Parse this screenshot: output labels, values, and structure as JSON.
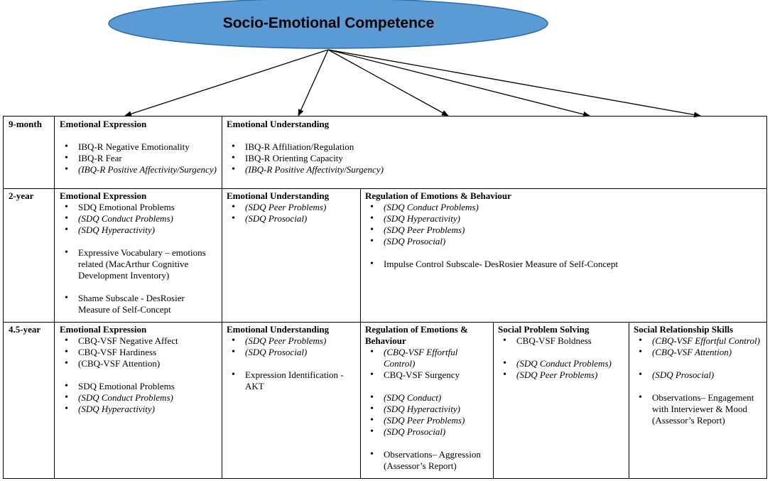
{
  "title": "Socio-Emotional Competence",
  "colors": {
    "oval_fill": "#5b9bd5",
    "oval_stroke": "#2e6aa8"
  },
  "rows": [
    {
      "label": "9-month",
      "cells": [
        {
          "heading": "Emotional Expression",
          "items": [
            {
              "text": "IBQ-R Negative Emotionality",
              "italic": false
            },
            {
              "text": "IBQ-R Fear",
              "italic": false
            },
            {
              "text": "(IBQ-R Positive Affectivity/Surgency)",
              "italic": true
            }
          ]
        },
        {
          "heading": "Emotional Understanding",
          "items": [
            {
              "text": "IBQ-R Affiliation/Regulation",
              "italic": false
            },
            {
              "text": "IBQ-R Orienting Capacity",
              "italic": false
            },
            {
              "text": "(IBQ-R Positive Affectivity/Surgency)",
              "italic": true
            }
          ]
        }
      ]
    },
    {
      "label": "2-year",
      "cells": [
        {
          "heading": "Emotional Expression",
          "items": [
            {
              "text": "SDQ Emotional Problems",
              "italic": false
            },
            {
              "text": "(SDQ Conduct Problems)",
              "italic": true
            },
            {
              "text": "(SDQ Hyperactivity)",
              "italic": true
            },
            {
              "text": "Expressive Vocabulary – emotions related (MacArthur Cognitive Development Inventory)",
              "italic": false,
              "gap": true
            },
            {
              "text": "Shame Subscale - DesRosier Measure of Self-Concept",
              "italic": false,
              "gap": true
            }
          ]
        },
        {
          "heading": "Emotional Understanding",
          "items": [
            {
              "text": "(SDQ Peer Problems)",
              "italic": true
            },
            {
              "text": "(SDQ Prosocial)",
              "italic": true
            }
          ]
        },
        {
          "heading": "Regulation of Emotions & Behaviour",
          "items": [
            {
              "text": "(SDQ Conduct Problems)",
              "italic": true
            },
            {
              "text": "(SDQ Hyperactivity)",
              "italic": true
            },
            {
              "text": "(SDQ Peer Problems)",
              "italic": true
            },
            {
              "text": "(SDQ Prosocial)",
              "italic": true
            },
            {
              "text": "Impulse Control Subscale- DesRosier Measure of Self-Concept",
              "italic": false,
              "gap": true
            }
          ]
        }
      ]
    },
    {
      "label": "4.5-year",
      "cells": [
        {
          "heading": "Emotional Expression",
          "items": [
            {
              "text": "CBQ-VSF Negative Affect",
              "italic": false
            },
            {
              "text": "CBQ-VSF Hardiness",
              "italic": false
            },
            {
              "text": "(CBQ-VSF Attention)",
              "italic": false
            },
            {
              "text": "SDQ Emotional Problems",
              "italic": false,
              "gap": true
            },
            {
              "text": "(SDQ Conduct Problems)",
              "italic": true
            },
            {
              "text": "(SDQ Hyperactivity)",
              "italic": true
            }
          ]
        },
        {
          "heading": "Emotional Understanding",
          "items": [
            {
              "text": "(SDQ Peer Problems)",
              "italic": true
            },
            {
              "text": "(SDQ Prosocial)",
              "italic": true
            },
            {
              "text": "Expression Identification - AKT",
              "italic": false,
              "gap": true
            }
          ]
        },
        {
          "heading": "Regulation of Emotions & Behaviour",
          "items": [
            {
              "text": "(CBQ-VSF Effortful Control)",
              "italic": true
            },
            {
              "text": "CBQ-VSF Surgency",
              "italic": false
            },
            {
              "text": "(SDQ Conduct)",
              "italic": true,
              "gap": true
            },
            {
              "text": "(SDQ Hyperactivity)",
              "italic": true
            },
            {
              "text": "(SDQ Peer Problems)",
              "italic": true
            },
            {
              "text": "(SDQ Prosocial)",
              "italic": true
            },
            {
              "text": "Observations– Aggression (Assessor’s Report)",
              "italic": false,
              "gap": true
            }
          ]
        },
        {
          "heading": "Social Problem Solving",
          "items": [
            {
              "text": "CBQ-VSF Boldness",
              "italic": false
            },
            {
              "text": "(SDQ Conduct Problems)",
              "italic": true,
              "gap": true
            },
            {
              "text": "(SDQ Peer Problems)",
              "italic": true
            }
          ]
        },
        {
          "heading": "Social Relationship Skills",
          "items": [
            {
              "text": "(CBQ-VSF Effortful Control)",
              "italic": true
            },
            {
              "text": "(CBQ-VSF Attention)",
              "italic": true
            },
            {
              "text": "(SDQ Prosocial)",
              "italic": true,
              "gap": true
            },
            {
              "text": "Observations– Engagement with Interviewer & Mood (Assessor’s Report)",
              "italic": false,
              "gap": true
            }
          ]
        }
      ]
    }
  ]
}
